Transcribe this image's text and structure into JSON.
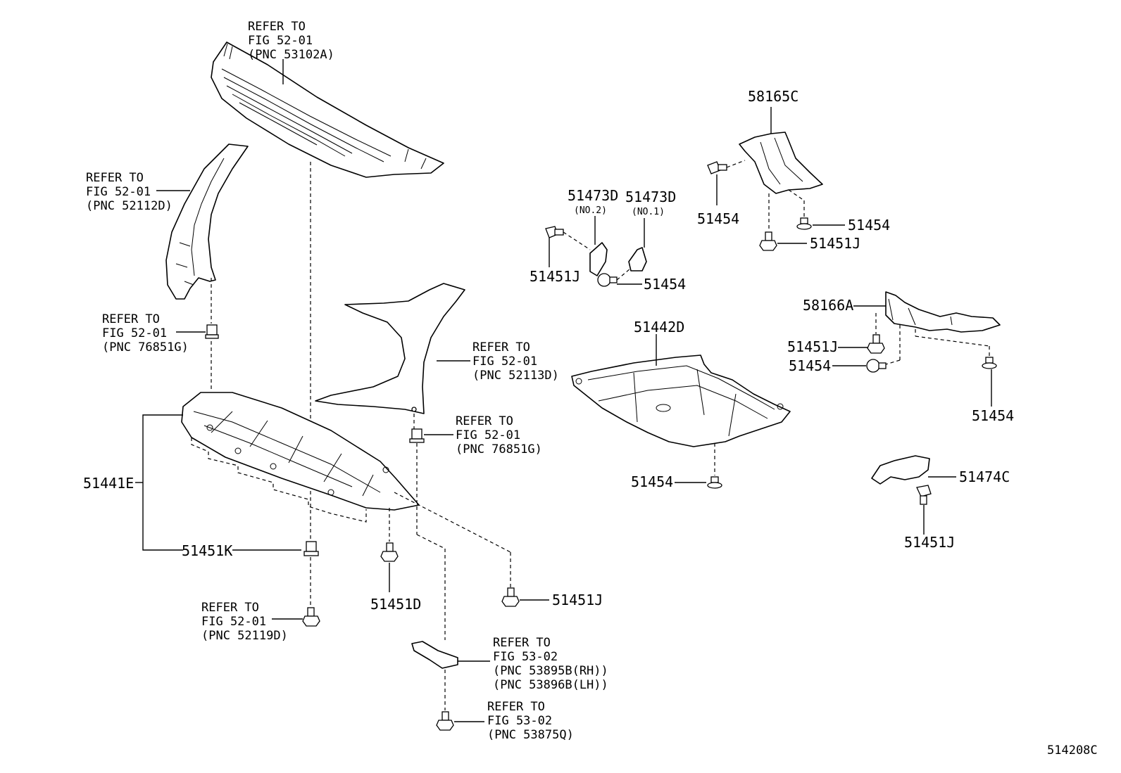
{
  "diagram_id": "514208C",
  "refs": {
    "grille": [
      "REFER TO",
      "FIG 52-01",
      "(PNC 53102A)"
    ],
    "fender_left": [
      "REFER TO",
      "FIG 52-01",
      "(PNC 52112D)"
    ],
    "clip_left": [
      "REFER TO",
      "FIG 52-01",
      "(PNC 76851G)"
    ],
    "fender_right": [
      "REFER TO",
      "FIG 52-01",
      "(PNC 52113D)"
    ],
    "clip_right": [
      "REFER TO",
      "FIG 52-01",
      "(PNC 76851G)"
    ],
    "bolt_bottom_left": [
      "REFER TO",
      "FIG 52-01",
      "(PNC 52119D)"
    ],
    "bracket_bottom": [
      "REFER TO",
      "FIG 53-02",
      "(PNC 53895B(RH))",
      "(PNC 53896B(LH))"
    ],
    "screw_bottom": [
      "REFER TO",
      "FIG 53-02",
      "(PNC 53875Q)"
    ]
  },
  "parts": {
    "p58165C": "58165C",
    "p51454_a": "51454",
    "p51454_b": "51454",
    "p51451J_a": "51451J",
    "p51473D_2": "51473D",
    "p51473D_2_sub": "(NO.2)",
    "p51473D_1": "51473D",
    "p51473D_1_sub": "(NO.1)",
    "p51451J_b": "51451J",
    "p51454_c": "51454",
    "p58166A": "58166A",
    "p51442D": "51442D",
    "p51451J_c": "51451J",
    "p51454_d": "51454",
    "p51454_e": "51454",
    "p51454_f": "51454",
    "p51474C": "51474C",
    "p51451J_d": "51451J",
    "p51441E": "51441E",
    "p51451K": "51451K",
    "p51451D": "51451D",
    "p51451J_e": "51451J"
  }
}
